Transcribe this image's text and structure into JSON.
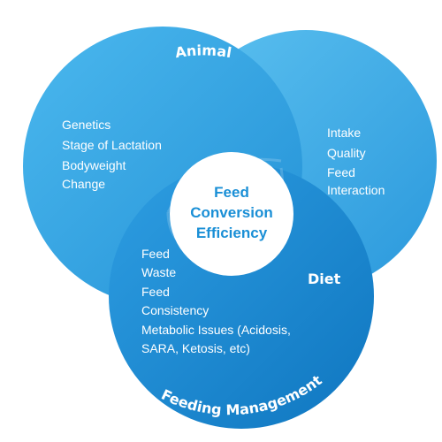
{
  "colors": {
    "animal_fill": "#2e9ee0",
    "diet_fill": "#35a6e6",
    "feeding_fill": "#1b88d0",
    "center_fill": "#ffffff",
    "center_text": "#1a8fd6",
    "label_text": "#ffffff"
  },
  "center": {
    "lines": [
      "Feed",
      "Conversion",
      "Efficiency"
    ]
  },
  "animal": {
    "title": "Animal",
    "items": [
      "Genetics",
      "Stage of Lactation",
      "Bodyweight",
      "Change"
    ]
  },
  "diet": {
    "title": "Diet",
    "items": [
      "Intake",
      "Quality",
      "Feed",
      "Interaction"
    ]
  },
  "feeding_management": {
    "title": "Feeding Management",
    "items": [
      "Feed",
      "Waste",
      "Feed",
      "Consistency",
      "Metabolic Issues (Acidosis,",
      "SARA, Ketosis, etc)"
    ]
  }
}
